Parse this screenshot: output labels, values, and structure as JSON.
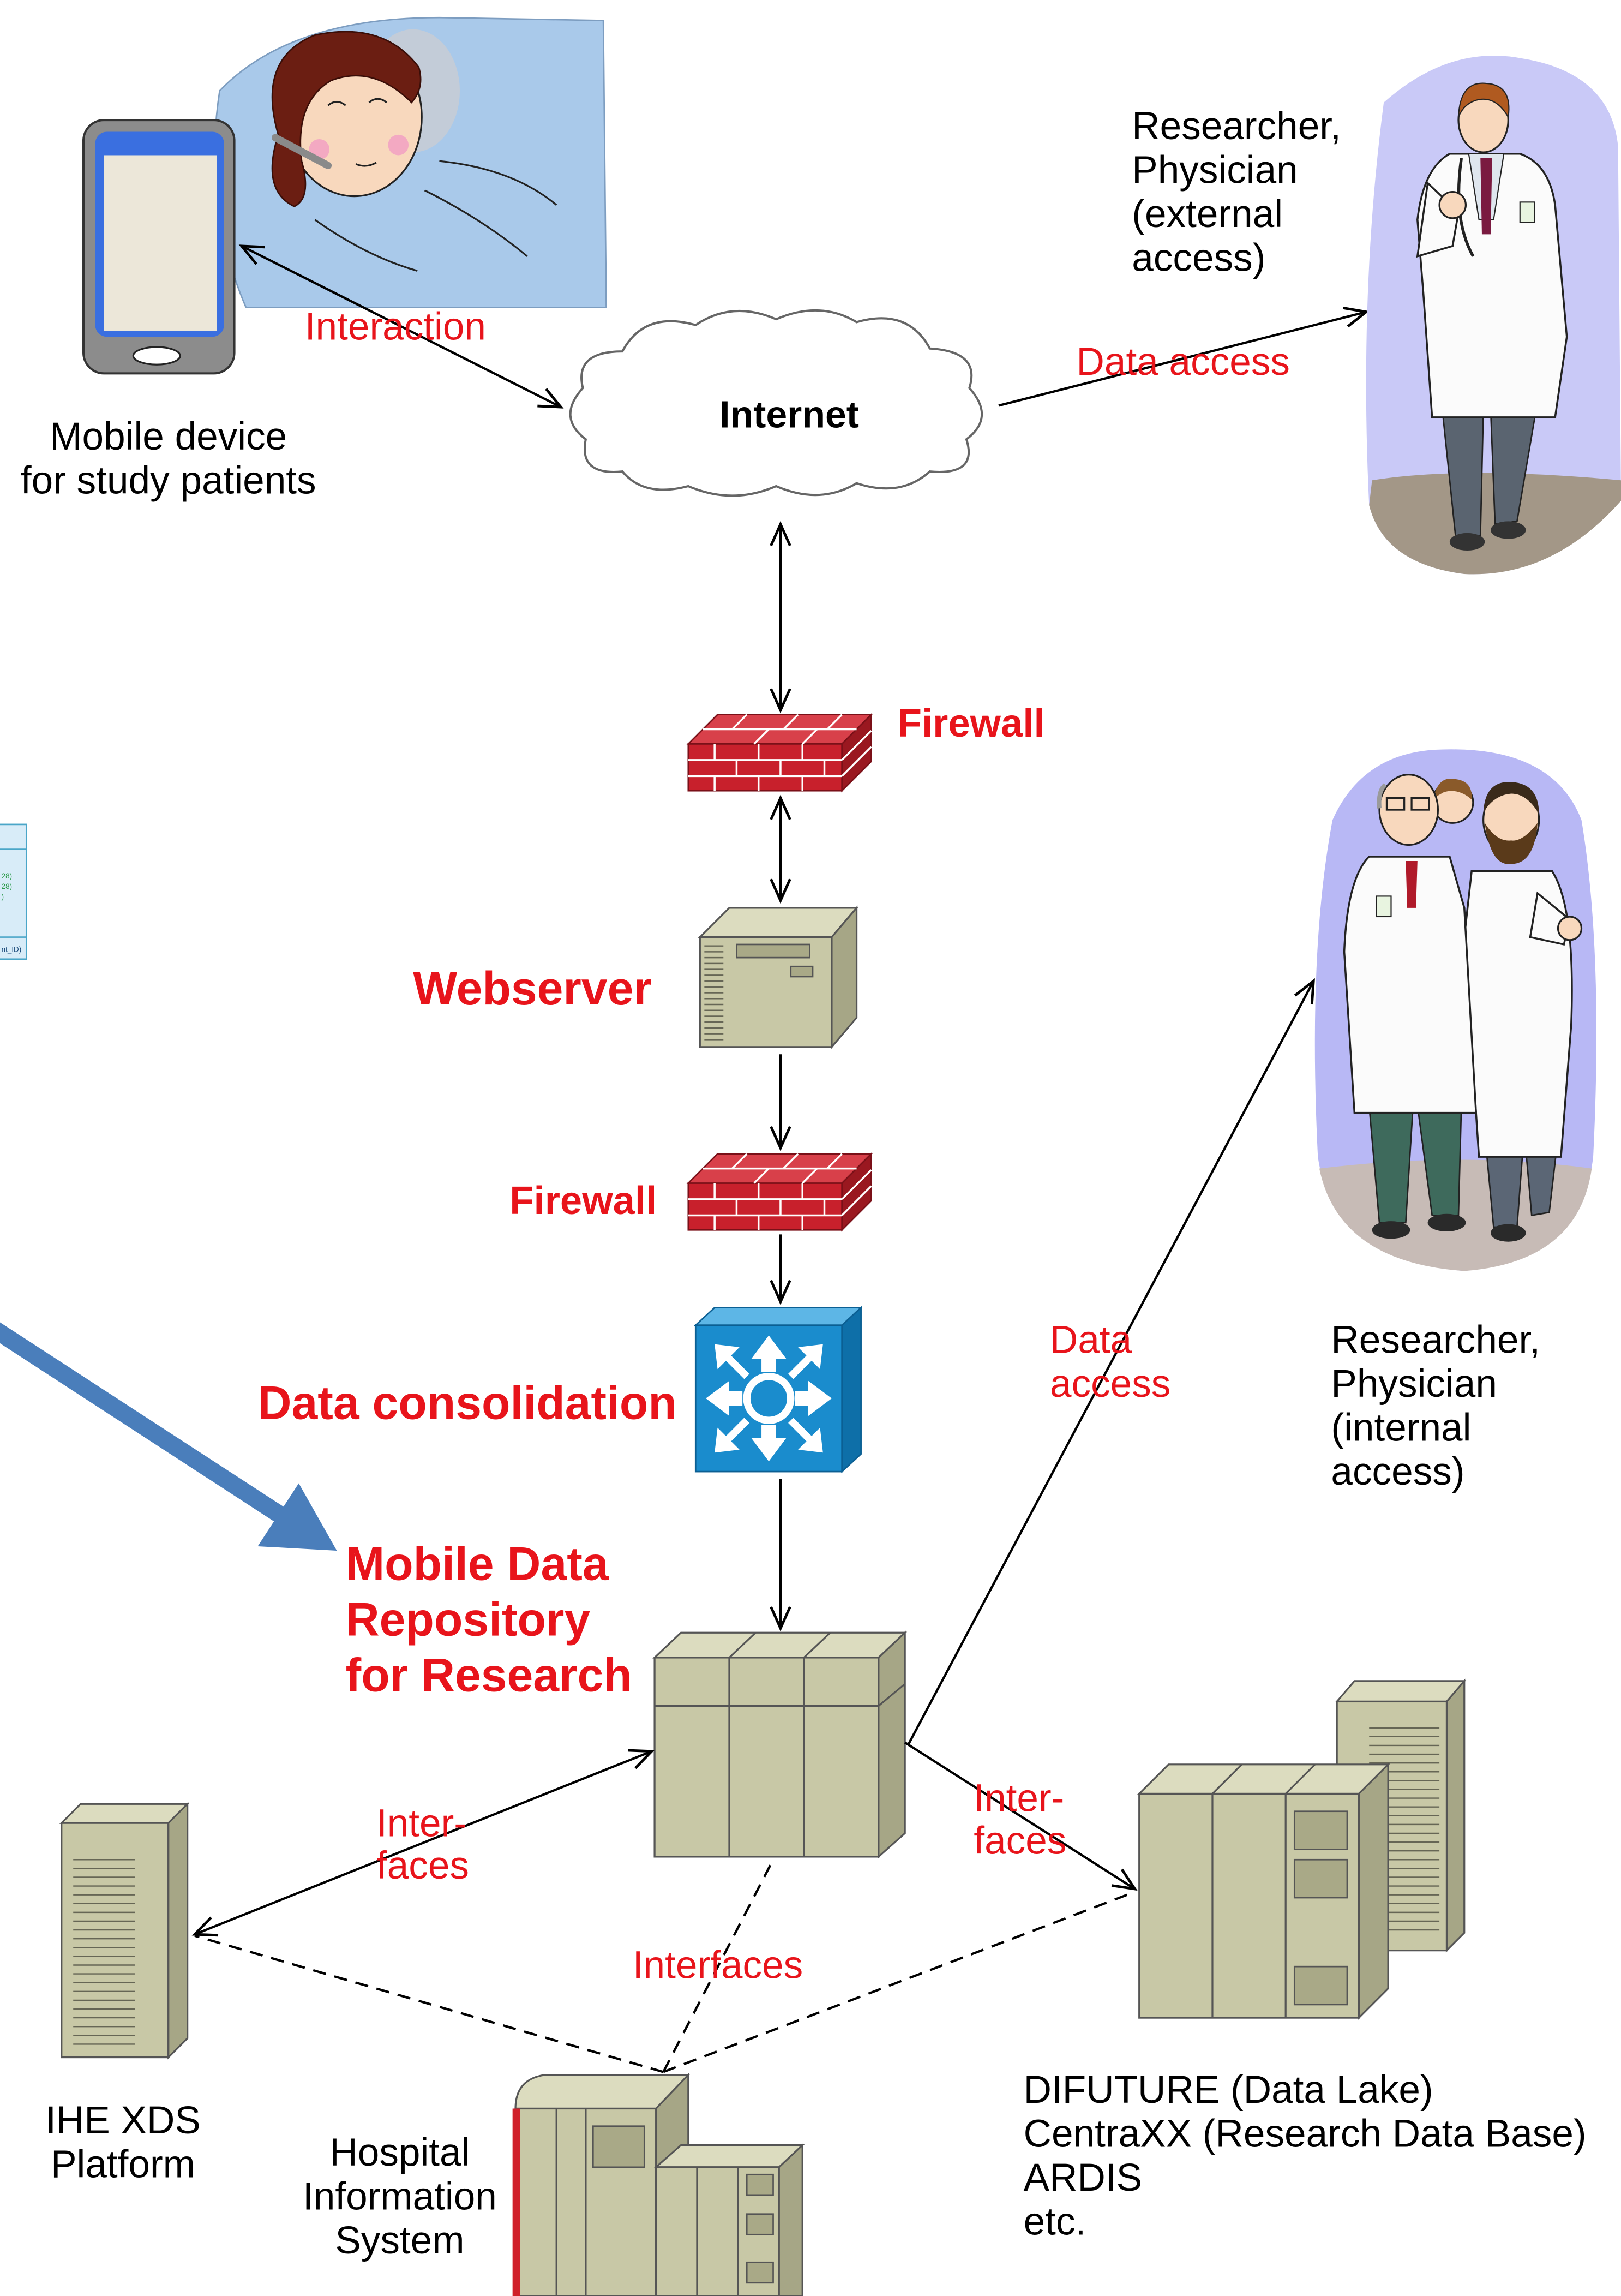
{
  "diagram": {
    "patient": {
      "device_label": [
        "Mobile device",
        "for study patients"
      ],
      "interaction_label": "Interaction"
    },
    "internet": {
      "label": "Internet"
    },
    "external_access": {
      "data_access_label": "Data access",
      "role": [
        "Researcher,",
        "Physician",
        "(external",
        "access)"
      ]
    },
    "firewall_upper": {
      "label": "Firewall"
    },
    "webserver": {
      "label": "Webserver"
    },
    "firewall_lower": {
      "label": "Firewall"
    },
    "data_consolidation": {
      "label": "Data consolidation"
    },
    "repository": {
      "label": [
        "Mobile Data",
        "Repository",
        "for Research"
      ]
    },
    "internal_access": {
      "data_access_label": [
        "Data",
        "access"
      ],
      "role": [
        "Researcher,",
        "Physician",
        "(internal",
        "access)"
      ]
    },
    "ihe_xds": {
      "interfaces_label": [
        "Inter-",
        "faces"
      ],
      "label": [
        "IHE XDS",
        "Platform"
      ]
    },
    "research_systems": {
      "interfaces_label": [
        "Inter-",
        "faces"
      ],
      "label": [
        "DIFUTURE (Data Lake)",
        "CentraXX (Research Data Base)",
        "ARDIS",
        "etc."
      ]
    },
    "hospital_system": {
      "interfaces_label": "Interfaces",
      "label": [
        "Hospital",
        "Information",
        "System"
      ]
    },
    "db_schema_fragment": {
      "lines": [
        "28)",
        "28)",
        ")",
        "nt_ID)"
      ]
    }
  },
  "colors": {
    "label_red": "#e8141b",
    "firewall_red": "#c8202c",
    "consolidation_blue": "#1a8ccd",
    "pointer_arrow_blue": "#4a7ebb",
    "server_beige": "#c8c8a6",
    "patient_bed_blue": "#a9c9ea",
    "doctor_background_lavender": "#c9c9f7"
  }
}
